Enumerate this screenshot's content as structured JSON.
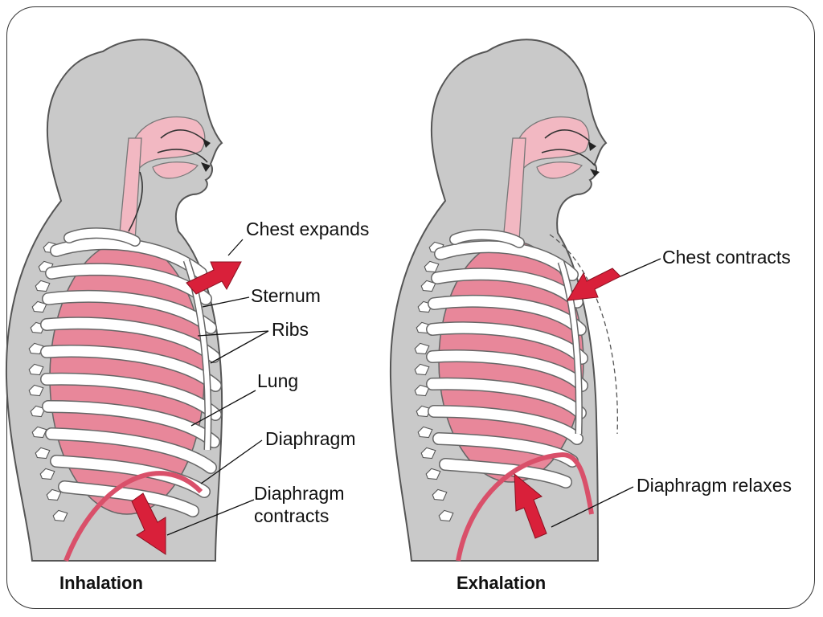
{
  "panels": {
    "inhalation": {
      "title": "Inhalation",
      "labels": {
        "chest": "Chest expands",
        "sternum": "Sternum",
        "ribs": "Ribs",
        "lung": "Lung",
        "diaphragm": "Diaphragm",
        "diaphragm_action_1": "Diaphragm",
        "diaphragm_action_2": "contracts"
      }
    },
    "exhalation": {
      "title": "Exhalation",
      "labels": {
        "chest": "Chest contracts",
        "diaphragm_action": "Diaphragm relaxes"
      }
    }
  },
  "colors": {
    "body": "#c9c9c9",
    "body_outline": "#555555",
    "lung": "#e8879a",
    "airway": "#f2b8c2",
    "rib": "#ffffff",
    "arrow": "#d9203a",
    "diaphragm_curve": "#d9506a"
  }
}
